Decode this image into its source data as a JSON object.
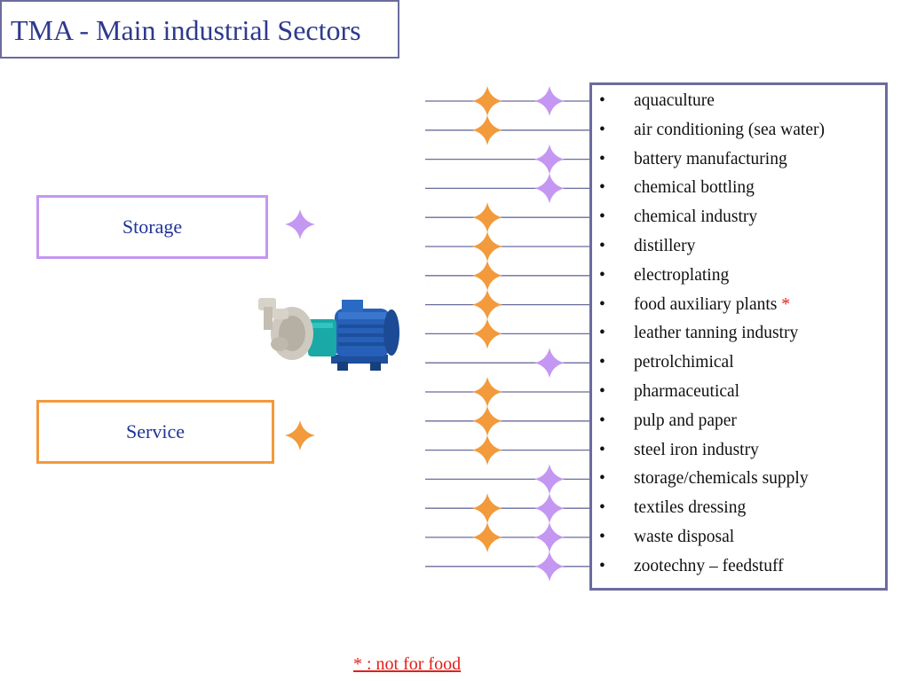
{
  "title": "TMA - Main industrial Sectors",
  "categories": {
    "storage": {
      "label": "Storage",
      "color": "#c497f2"
    },
    "service": {
      "label": "Service",
      "color": "#f29a3c"
    }
  },
  "bullet": "•",
  "sectors": [
    {
      "label": "aquaculture",
      "mark": "",
      "service": true,
      "storage": true
    },
    {
      "label": "air conditioning (sea water)",
      "mark": "",
      "service": true,
      "storage": false
    },
    {
      "label": "battery manufacturing",
      "mark": "",
      "service": false,
      "storage": true
    },
    {
      "label": "chemical bottling",
      "mark": "",
      "service": false,
      "storage": true
    },
    {
      "label": "chemical industry",
      "mark": "",
      "service": true,
      "storage": false
    },
    {
      "label": "distillery",
      "mark": "",
      "service": true,
      "storage": false
    },
    {
      "label": "electroplating",
      "mark": "",
      "service": true,
      "storage": false
    },
    {
      "label": "food auxiliary plants",
      "mark": "*",
      "service": true,
      "storage": false
    },
    {
      "label": "leather tanning industry",
      "mark": "",
      "service": true,
      "storage": false
    },
    {
      "label": "petrolchimical",
      "mark": "",
      "service": false,
      "storage": true
    },
    {
      "label": "pharmaceutical",
      "mark": "",
      "service": true,
      "storage": false
    },
    {
      "label": "pulp and paper",
      "mark": "",
      "service": true,
      "storage": false
    },
    {
      "label": "steel  iron industry",
      "mark": "",
      "service": true,
      "storage": false
    },
    {
      "label": "storage/chemicals supply",
      "mark": "",
      "service": false,
      "storage": true
    },
    {
      "label": "textiles dressing",
      "mark": "",
      "service": true,
      "storage": true
    },
    {
      "label": "waste disposal",
      "mark": "",
      "service": true,
      "storage": true
    },
    {
      "label": "zootechny – feedstuff",
      "mark": "",
      "service": false,
      "storage": true
    }
  ],
  "footnote": "* : not for food",
  "icons": {
    "pump": "centrifugal-pump-icon",
    "star": "four-point-star-icon"
  }
}
